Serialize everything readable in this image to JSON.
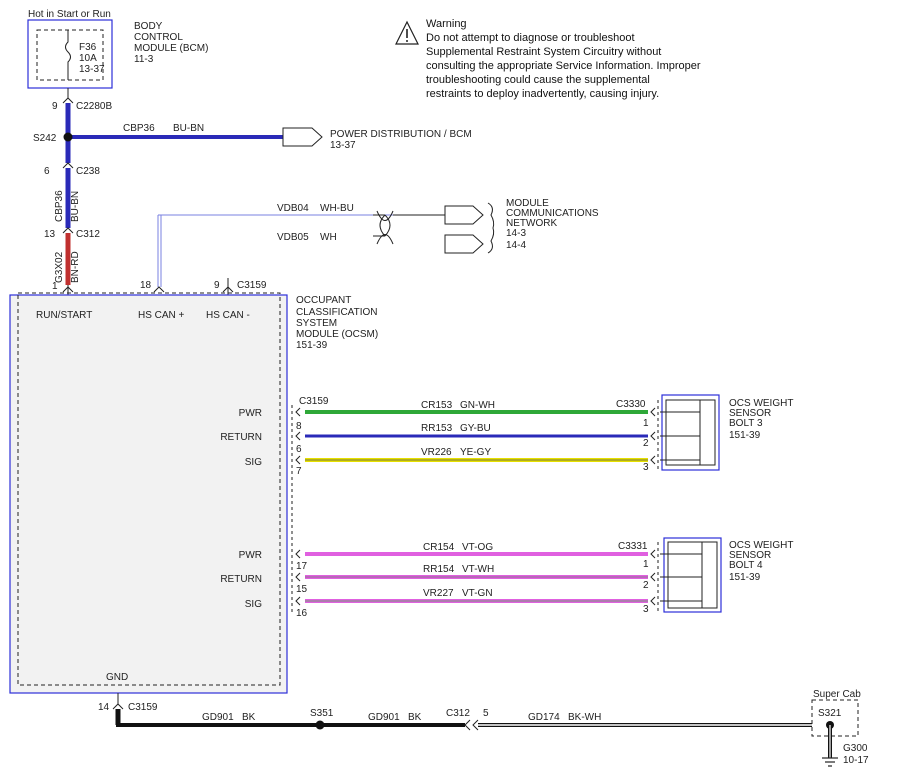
{
  "colors": {
    "module_border": "#2d2fd8",
    "blue_wire": "#2a2ab8",
    "red_wire": "#c0302f",
    "green_wire": "#2ea838",
    "yellow_wire": "#e6e000",
    "pink_wire": "#e060e0",
    "black_wire": "#111111",
    "comm_wire": "#7a80e0"
  },
  "warning": {
    "icon": "warning-triangle-icon",
    "title": "Warning",
    "lines": [
      "Do not attempt to diagnose or troubleshoot",
      "Supplemental Restraint System Circuitry without",
      "consulting the appropriate Service Information. Improper",
      "troubleshooting could cause the supplemental",
      "restraints to deploy inadvertently, causing injury."
    ]
  },
  "bcm": {
    "caption": "Hot in Start or Run",
    "fuse_lines": [
      "F36",
      "10A",
      "13-37"
    ],
    "name_lines": [
      "BODY",
      "CONTROL",
      "MODULE (BCM)",
      "11-3"
    ]
  },
  "upper_harness": {
    "c2280b_pin": "9",
    "c2280b": "C2280B",
    "splice": "S242",
    "cbp36": "CBP36",
    "bu_bn": "BU-BN",
    "power_dist_lines": [
      "POWER DISTRIBUTION / BCM",
      "13-37"
    ],
    "c238_pin": "6",
    "c238": "C238",
    "cbp36_vertical": "CBP36",
    "bu_bn_vertical": "BU-BN",
    "c312_pin": "13",
    "c312": "C312",
    "g3x02_vertical": "G3X02",
    "bn_rd_vertical": "BN-RD",
    "c3159_run_pin": "1"
  },
  "network": {
    "vdb04": "VDB04",
    "wh_bu": "WH-BU",
    "vdb05": "VDB05",
    "wh": "WH",
    "name_lines": [
      "MODULE",
      "COMMUNICATIONS",
      "NETWORK",
      "14-3",
      "14-4"
    ],
    "hs_can_plus_pin": "18",
    "hs_can_minus_pin": "9",
    "c3159": "C3159"
  },
  "ocsm": {
    "name_lines": [
      "OCCUPANT",
      "CLASSIFICATION",
      "SYSTEM",
      "MODULE (OCSM)",
      "151-39"
    ],
    "pins_top": [
      "RUN/START",
      "HS CAN +",
      "HS CAN -"
    ],
    "group1_labels": [
      "PWR",
      "RETURN",
      "SIG"
    ],
    "group2_labels": [
      "PWR",
      "RETURN",
      "SIG"
    ],
    "gnd": "GND"
  },
  "sensor3": {
    "connector_left": "C3159",
    "connector_right": "C3330",
    "wires": [
      {
        "circuit": "CR153",
        "color": "GN-WH",
        "left_pin": "",
        "right_pin": "1"
      },
      {
        "circuit": "RR153",
        "color": "GY-BU",
        "left_pin": "8",
        "right_pin": "2"
      },
      {
        "circuit": "VR226",
        "color": "YE-GY",
        "left_pin": "6",
        "right_pin": "3"
      }
    ],
    "extra_left_pin": "7",
    "name_lines": [
      "OCS WEIGHT",
      "SENSOR",
      "BOLT 3",
      "151-39"
    ]
  },
  "sensor4": {
    "connector_right": "C3331",
    "wires": [
      {
        "circuit": "CR154",
        "color": "VT-OG",
        "left_pin": "17",
        "right_pin": "1"
      },
      {
        "circuit": "RR154",
        "color": "VT-WH",
        "left_pin": "15",
        "right_pin": "2"
      },
      {
        "circuit": "VR227",
        "color": "VT-GN",
        "left_pin": "16",
        "right_pin": "3"
      }
    ],
    "name_lines": [
      "OCS WEIGHT",
      "SENSOR",
      "BOLT 4",
      "151-39"
    ]
  },
  "ground": {
    "pin": "14",
    "c3159": "C3159",
    "gd901_a": "GD901",
    "bk_a": "BK",
    "splice": "S351",
    "gd901_b": "GD901",
    "bk_b": "BK",
    "c312": "C312",
    "c312_pin": "5",
    "gd174": "GD174",
    "bk_wh": "BK-WH",
    "super_cab": "Super Cab",
    "s321": "S321",
    "g300_lines": [
      "G300",
      "10-17"
    ]
  }
}
